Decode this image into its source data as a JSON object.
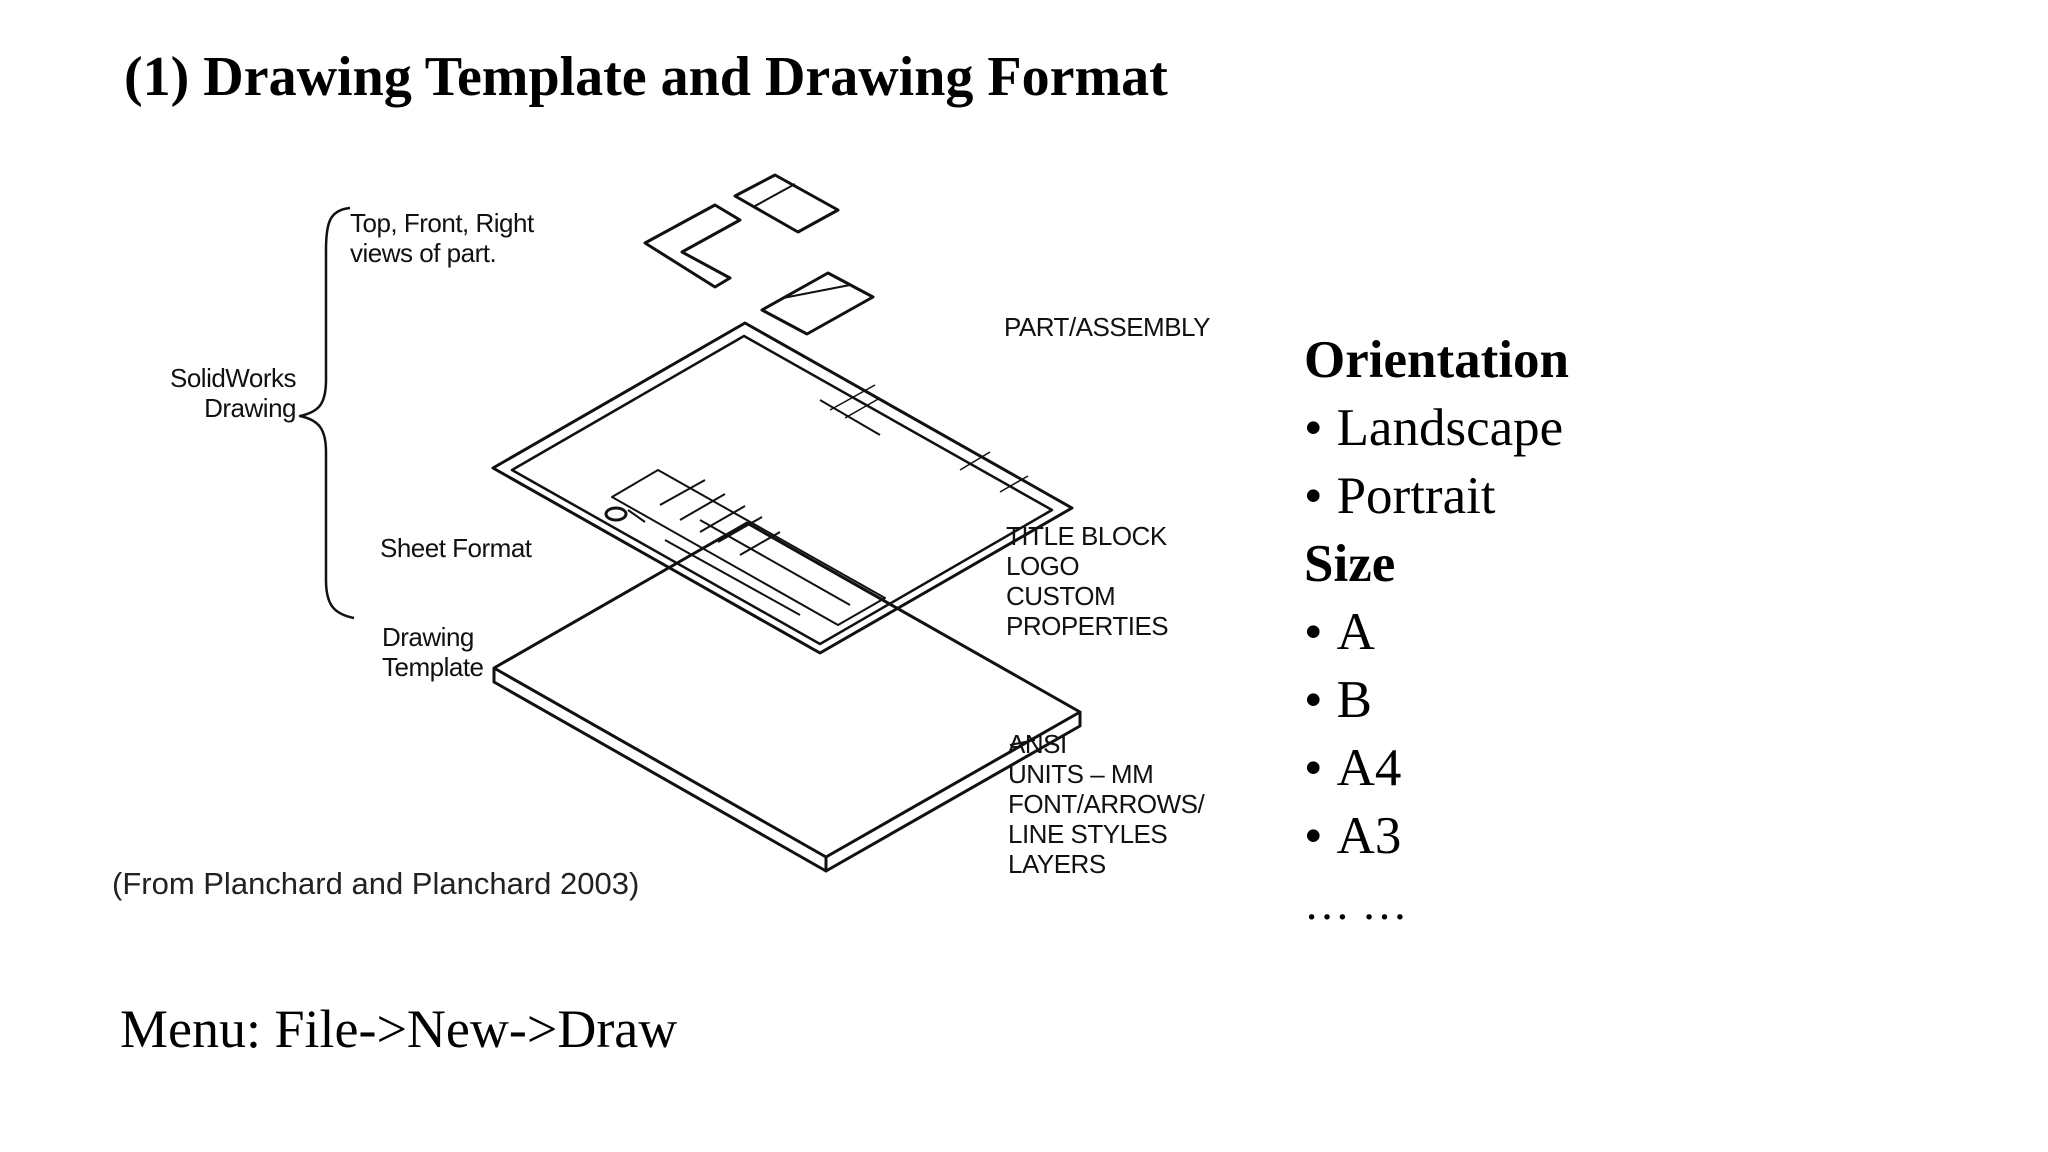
{
  "title": "(1) Drawing Template and Drawing Format",
  "figure": {
    "labels": {
      "views": "Top, Front, Right\nviews of part.",
      "solidworks_drawing": "SolidWorks\nDrawing",
      "part_assembly": "PART/ASSEMBLY",
      "sheet_format": "Sheet Format",
      "drawing_template": "Drawing\nTemplate",
      "title_block": "TITLE BLOCK\nLOGO\nCUSTOM\nPROPERTIES",
      "template_props": "ANSI\nUNITS – MM\nFONT/ARROWS/\nLINE STYLES\nLAYERS"
    },
    "caption": "(From Planchard and Planchard 2003)"
  },
  "specs": {
    "orientation_heading": "Orientation",
    "orientation_items": [
      "Landscape",
      "Portrait"
    ],
    "size_heading": "Size",
    "size_items": [
      "A",
      "B",
      "A4",
      "A3"
    ],
    "more": "… …",
    "bullet": "•"
  },
  "menu": "Menu: File->New->Draw"
}
